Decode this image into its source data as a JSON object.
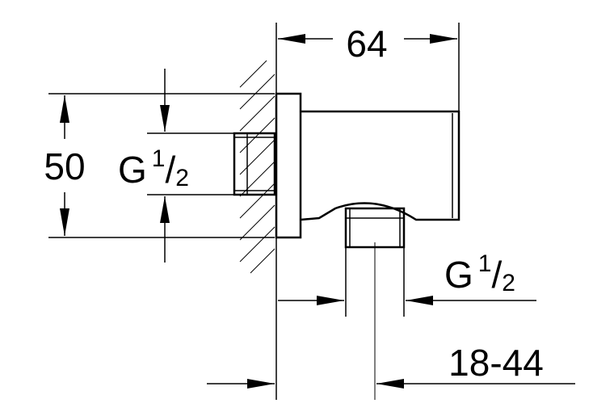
{
  "dimensions": {
    "width": "64",
    "height": "50",
    "outlet_range": "18-44"
  },
  "threads": {
    "inlet": {
      "letter": "G",
      "numerator": "1",
      "slash": "/",
      "denominator": "2"
    },
    "outlet": {
      "letter": "G",
      "numerator": "1",
      "slash": "/",
      "denominator": "2"
    }
  },
  "colors": {
    "line": "#000000",
    "background": "#ffffff"
  }
}
